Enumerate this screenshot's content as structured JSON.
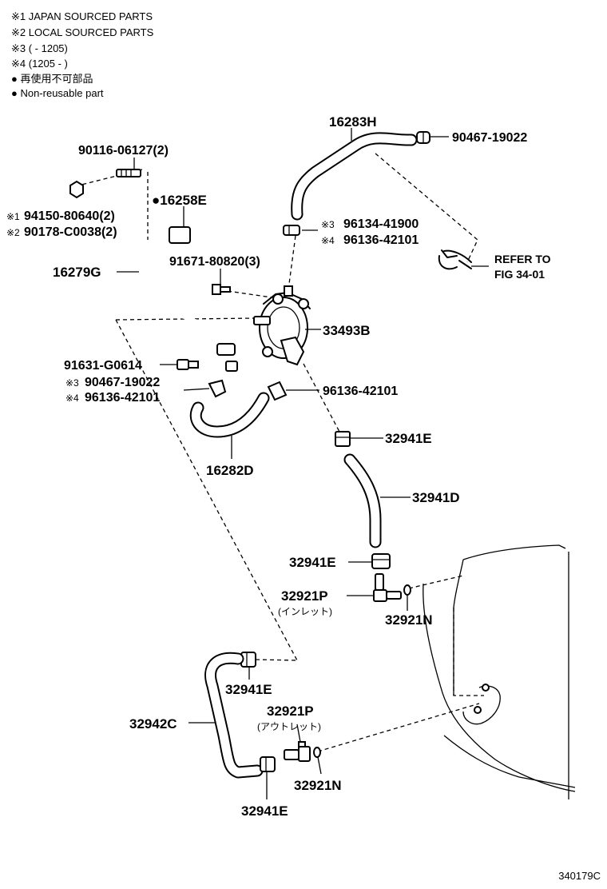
{
  "legend": {
    "line1": "※1 JAPAN SOURCED PARTS",
    "line2": "※2 LOCAL SOURCED PARTS",
    "line3": "※3 (        - 1205)",
    "line4": "※4 (1205 -        )",
    "line5": "● 再使用不可部品",
    "line6": "● Non-reusable part"
  },
  "parts": {
    "p16283H": "16283H",
    "p90467_19022_top": "90467-19022",
    "p90116": "90116-06127(2)",
    "p16258E": "●16258E",
    "p94150": "94150-80640(2)",
    "p94150_mark": "※1",
    "p90178": "90178-C0038(2)",
    "p90178_mark": "※2",
    "p96134": "96134-41900",
    "p96134_mark": "※3",
    "p96136_top": "96136-42101",
    "p96136_top_mark": "※4",
    "refer1": "REFER TO",
    "refer2": "FIG 34-01",
    "p16279G": "16279G",
    "p91671": "91671-80820(3)",
    "p33493B": "33493B",
    "p91631": "91631-G0614",
    "p90467_mid": "90467-19022",
    "p90467_mid_mark": "※3",
    "p96136_mid": "96136-42101",
    "p96136_mid_mark": "※4",
    "p96136_right": "96136-42101",
    "p32941E_1": "32941E",
    "p16282D": "16282D",
    "p32941D": "32941D",
    "p32941E_2": "32941E",
    "p32921P_1": "32921P",
    "p32921P_1_note": "(インレット)",
    "p32921N_1": "32921N",
    "p32941E_3": "32941E",
    "p32942C": "32942C",
    "p32921P_2": "32921P",
    "p32921P_2_note": "(アウトレット)",
    "p32921N_2": "32921N",
    "p32941E_4": "32941E"
  },
  "figure_id": "340179C"
}
